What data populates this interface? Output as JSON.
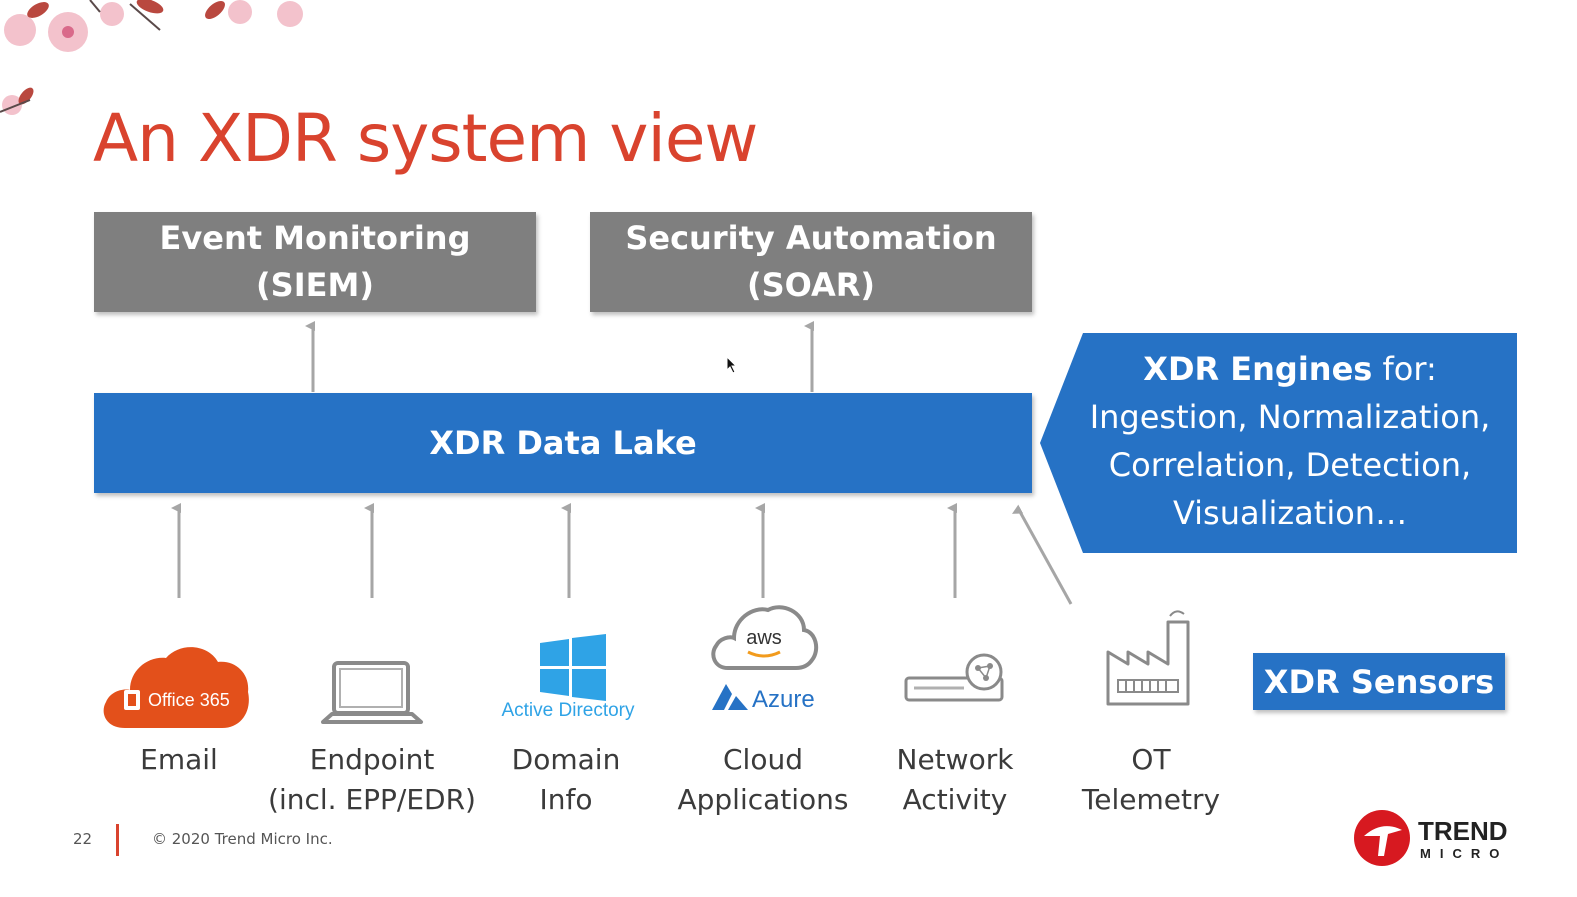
{
  "slide": {
    "title": "An XDR system view",
    "page_number": "22",
    "copyright": "© 2020 Trend Micro Inc."
  },
  "top_boxes": {
    "siem": {
      "line1": "Event Monitoring",
      "line2": "(SIEM)"
    },
    "soar": {
      "line1": "Security Automation",
      "line2": "(SOAR)"
    }
  },
  "data_lake": {
    "label": "XDR Data Lake"
  },
  "engines": {
    "bold": "XDR Engines",
    "line1_rest": " for:",
    "line2": "Ingestion, Normalization,",
    "line3": "Correlation, Detection,",
    "line4": "Visualization…"
  },
  "sources": [
    {
      "line1": "Email",
      "line2": "",
      "icon": "office365-icon",
      "icon_text": "Office 365"
    },
    {
      "line1": "Endpoint",
      "line2": "(incl. EPP/EDR)",
      "icon": "laptop-icon"
    },
    {
      "line1": "Domain",
      "line2": "Info",
      "icon": "windows-icon",
      "icon_text": "Active Directory"
    },
    {
      "line1": "Cloud",
      "line2": "Applications",
      "icon": "cloud-icon",
      "icon_text": "aws",
      "icon_text2": "Azure"
    },
    {
      "line1": "Network",
      "line2": "Activity",
      "icon": "router-icon"
    },
    {
      "line1": "OT",
      "line2": "Telemetry",
      "icon": "factory-icon"
    }
  ],
  "sensors": {
    "label": "XDR Sensors"
  },
  "logo": {
    "word1": "TREND",
    "word2": "MICRO"
  },
  "colors": {
    "title_red": "#d9432e",
    "blue": "#2672c5",
    "gray": "#7f7f7f",
    "office_orange": "#e3501b",
    "windows_blue": "#2fa3e6"
  }
}
